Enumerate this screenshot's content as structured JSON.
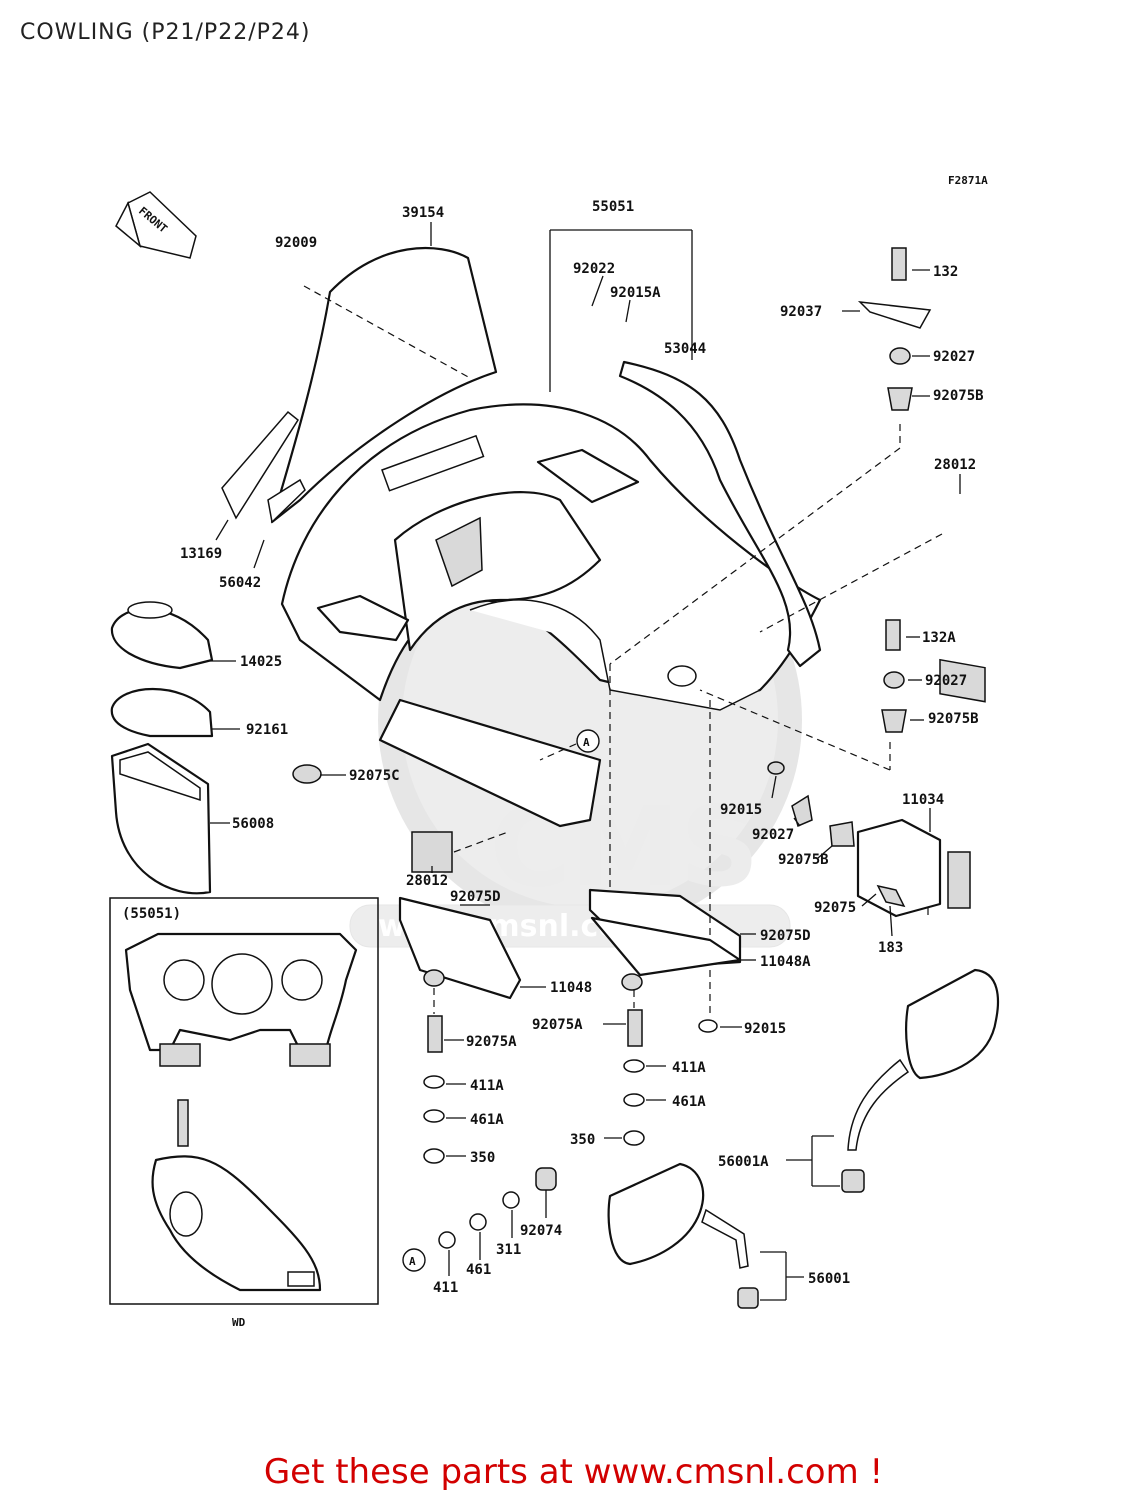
{
  "title": "COWLING (P21/P22/P24)",
  "figure_code": "F2871A",
  "front_label": "FRONT",
  "inset_label": "(55051)",
  "inset_caption": "WD",
  "callout_marker": "A",
  "watermark_text": "CMS",
  "watermark_url": "www.cmsnl.com",
  "promo_text": "Get these parts at www.cmsnl.com !",
  "part_labels": [
    "39154",
    "92009",
    "55051",
    "92022",
    "92015A",
    "53044",
    "132",
    "92037",
    "92027",
    "92075B",
    "28012",
    "13169",
    "56042",
    "14025",
    "92161",
    "92075C",
    "56008",
    "28012",
    "92075D",
    "132A",
    "92027",
    "92075B",
    "11034",
    "92015",
    "92027",
    "92075B",
    "92075",
    "183",
    "92075D",
    "11048A",
    "11048",
    "92075A",
    "92075A",
    "92015",
    "411A",
    "411A",
    "461A",
    "461A",
    "350",
    "350",
    "92074",
    "311",
    "461",
    "411",
    "56001A",
    "56001"
  ],
  "colors": {
    "promo": "#d20000",
    "ink": "#111111",
    "watermark": "#e6e6e6"
  }
}
